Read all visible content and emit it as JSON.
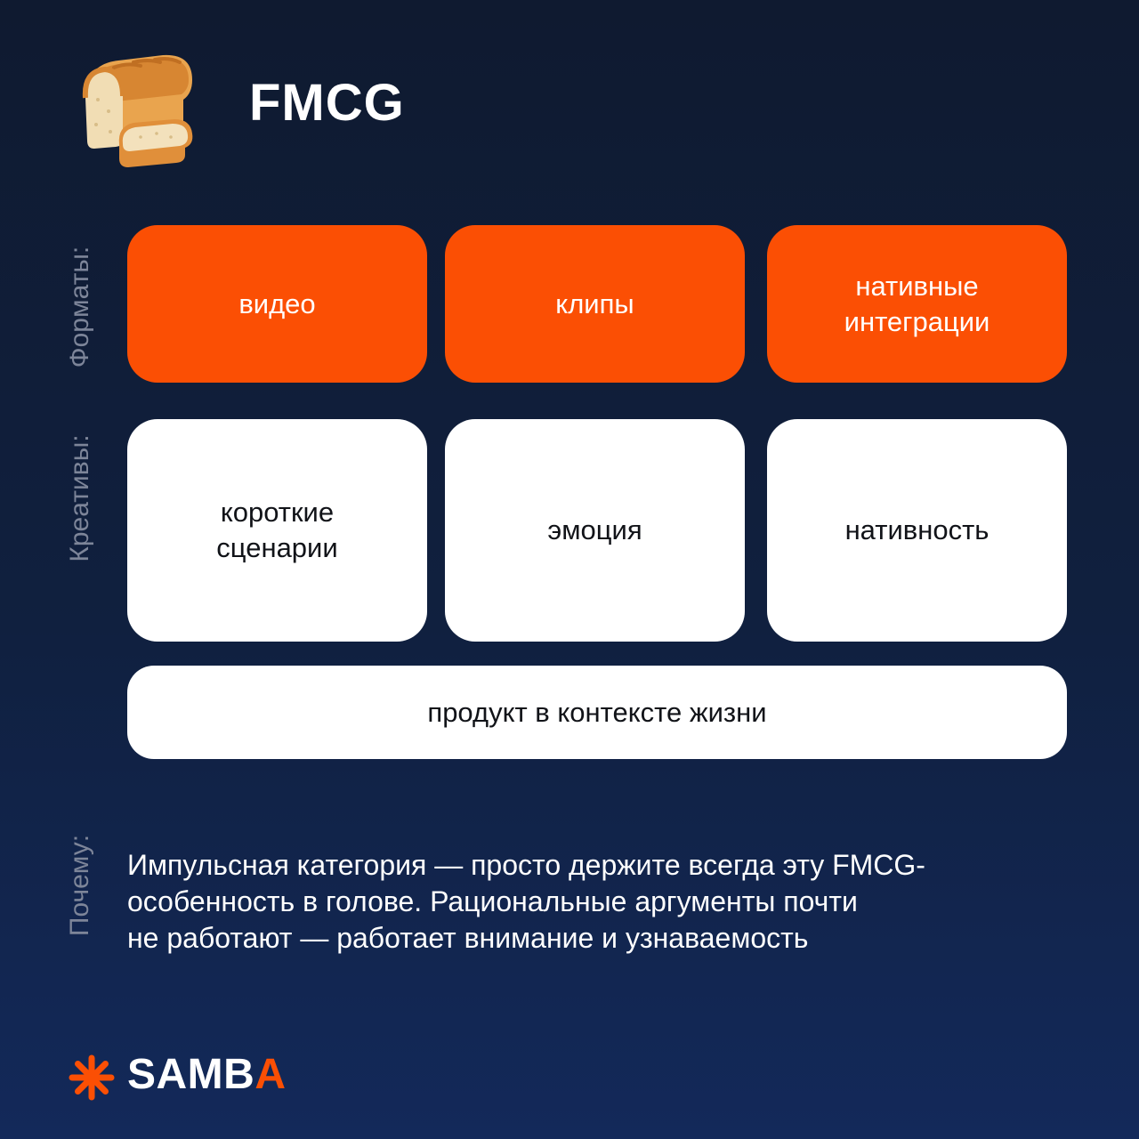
{
  "header": {
    "icon": "bread-icon",
    "title": "FMCG"
  },
  "side_labels": {
    "formats": "Форматы:",
    "creatives": "Креативы:",
    "why": "Почему:"
  },
  "formats": [
    "видео",
    "клипы",
    "нативные\nинтеграции"
  ],
  "creatives": [
    "короткие\nсценарии",
    "эмоция",
    "нативность"
  ],
  "wide_card": "продукт в контексте жизни",
  "description": {
    "lines": [
      "Импульсная категория — просто держите всегда эту FMCG-",
      "особенность в голове. Рациональные аргументы почти",
      "не работают — работает внимание и узнаваемость"
    ]
  },
  "logo": {
    "icon": "asterisk-logo-icon",
    "text_main": "SAMB",
    "text_accent": "A"
  },
  "colors": {
    "accent": "#fb4f04",
    "background_top": "#0f1a30",
    "background_bottom": "#13295a",
    "card_white": "#ffffff",
    "label_gray": "#7d8599"
  }
}
